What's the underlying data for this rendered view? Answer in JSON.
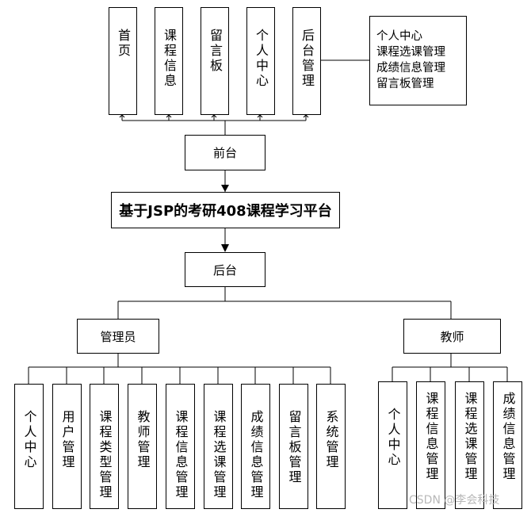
{
  "title": "基于JSP的考研408课程学习平台",
  "frontend": {
    "label": "前台",
    "modules": [
      "首页",
      "课程信息",
      "留言板",
      "个人中心",
      "后台管理"
    ],
    "note_items": [
      "个人中心",
      "课程选课管理",
      "成绩信息管理",
      "留言板管理"
    ]
  },
  "backend": {
    "label": "后台",
    "admin": {
      "label": "管理员",
      "modules": [
        "个人中心",
        "用户管理",
        "课程类型管理",
        "教师管理",
        "课程信息管理",
        "课程选课管理",
        "成绩信息管理",
        "留言板管理",
        "系统管理"
      ]
    },
    "teacher": {
      "label": "教师",
      "modules": [
        "个人中心",
        "课程信息管理",
        "课程选课管理",
        "成绩信息管理"
      ]
    }
  },
  "watermark": "CSDN @李会科技"
}
